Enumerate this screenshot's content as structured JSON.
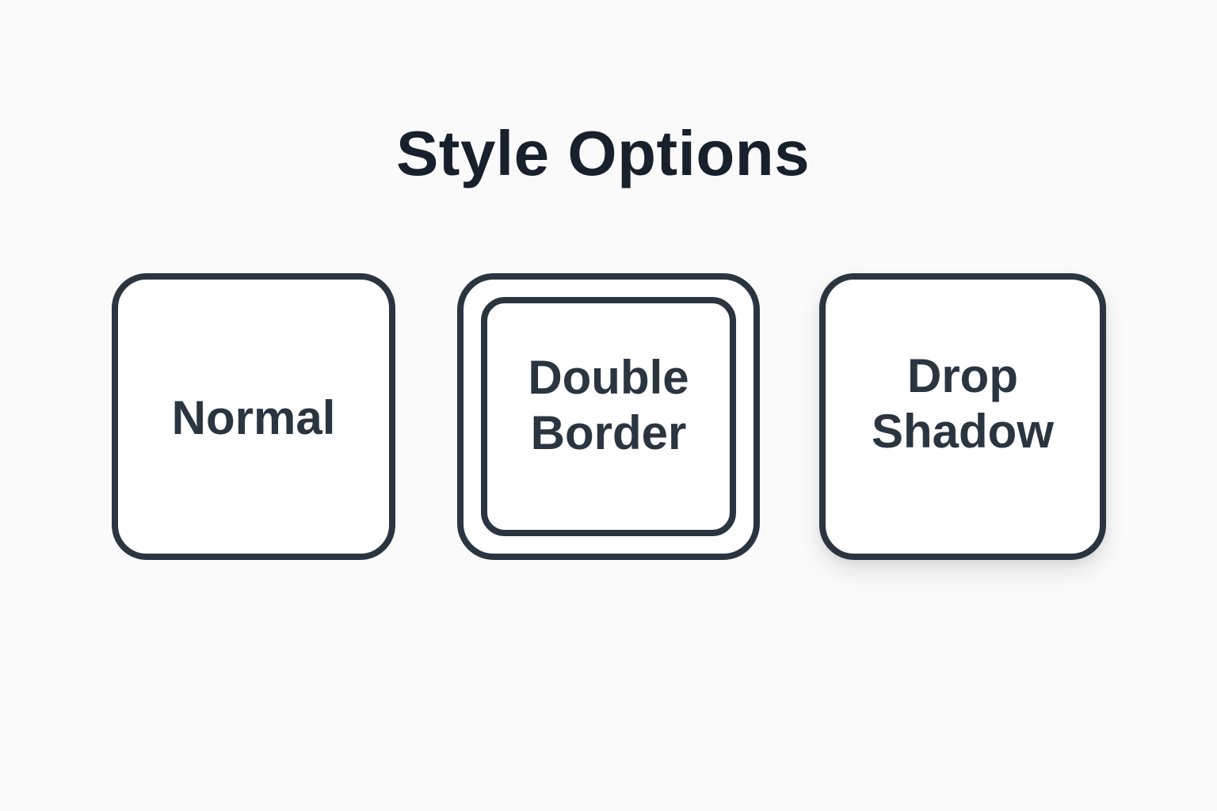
{
  "page": {
    "title": "Style Options"
  },
  "options": [
    {
      "label": "Normal"
    },
    {
      "label": "Double\nBorder"
    },
    {
      "label": "Drop\nShadow"
    }
  ],
  "colors": {
    "background": "#fafafa",
    "card_fill": "#ffffff",
    "border": "#2b3540",
    "text": "#1c2530"
  }
}
